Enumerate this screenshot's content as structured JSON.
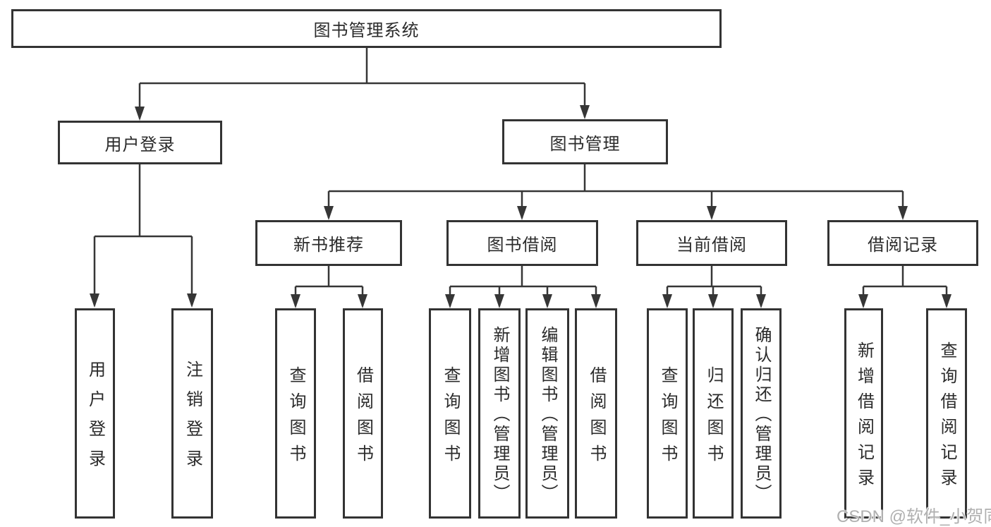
{
  "diagram": {
    "title": "图书管理系统",
    "type": "hierarchy-tree",
    "colors": {
      "line": "#363636",
      "box_border": "#333333",
      "text": "#2b2b2b",
      "background": "#ffffff",
      "watermark_text": "#b0b0b0"
    },
    "tree": {
      "label": "图书管理系统",
      "children": [
        {
          "label": "用户登录",
          "children": [
            {
              "label": "用户登录"
            },
            {
              "label": "注销登录"
            }
          ]
        },
        {
          "label": "图书管理",
          "children": [
            {
              "label": "新书推荐",
              "children": [
                {
                  "label": "查询图书"
                },
                {
                  "label": "借阅图书"
                }
              ]
            },
            {
              "label": "图书借阅",
              "children": [
                {
                  "label": "查询图书"
                },
                {
                  "label": "新增图书（管理员）"
                },
                {
                  "label": "编辑图书（管理员）"
                },
                {
                  "label": "借阅图书"
                }
              ]
            },
            {
              "label": "当前借阅",
              "children": [
                {
                  "label": "查询图书"
                },
                {
                  "label": "归还图书"
                },
                {
                  "label": "确认归还（管理员）"
                }
              ]
            },
            {
              "label": "借阅记录",
              "children": [
                {
                  "label": "新增借阅记录"
                },
                {
                  "label": "查询借阅记录"
                }
              ]
            }
          ]
        }
      ]
    },
    "watermark": "CSDN @软件_小贺同学"
  }
}
